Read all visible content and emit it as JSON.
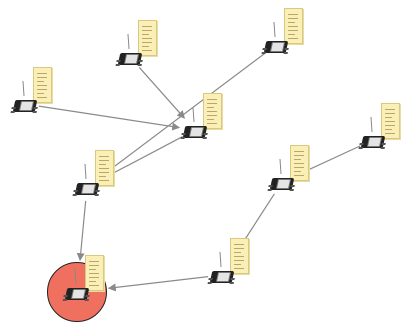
{
  "diagram": {
    "nodes": [
      {
        "id": "n1",
        "role": "leaf"
      },
      {
        "id": "n2",
        "role": "leaf"
      },
      {
        "id": "n3",
        "role": "leaf"
      },
      {
        "id": "n4",
        "role": "relay"
      },
      {
        "id": "n5",
        "role": "relay"
      },
      {
        "id": "n6",
        "role": "leaf"
      },
      {
        "id": "n7",
        "role": "relay"
      },
      {
        "id": "n8",
        "role": "relay"
      },
      {
        "id": "sink",
        "role": "sink"
      }
    ],
    "edges": [
      {
        "from": "n1",
        "to": "n4"
      },
      {
        "from": "n2",
        "to": "n4"
      },
      {
        "from": "n3",
        "to": "n5"
      },
      {
        "from": "n4",
        "to": "n5"
      },
      {
        "from": "n6",
        "to": "n7"
      },
      {
        "from": "n7",
        "to": "n8"
      },
      {
        "from": "n5",
        "to": "sink"
      },
      {
        "from": "n8",
        "to": "sink"
      }
    ],
    "colors": {
      "sink_fill": "#f07060",
      "edge": "#8a8a8a",
      "note": "#fbefb8"
    }
  }
}
